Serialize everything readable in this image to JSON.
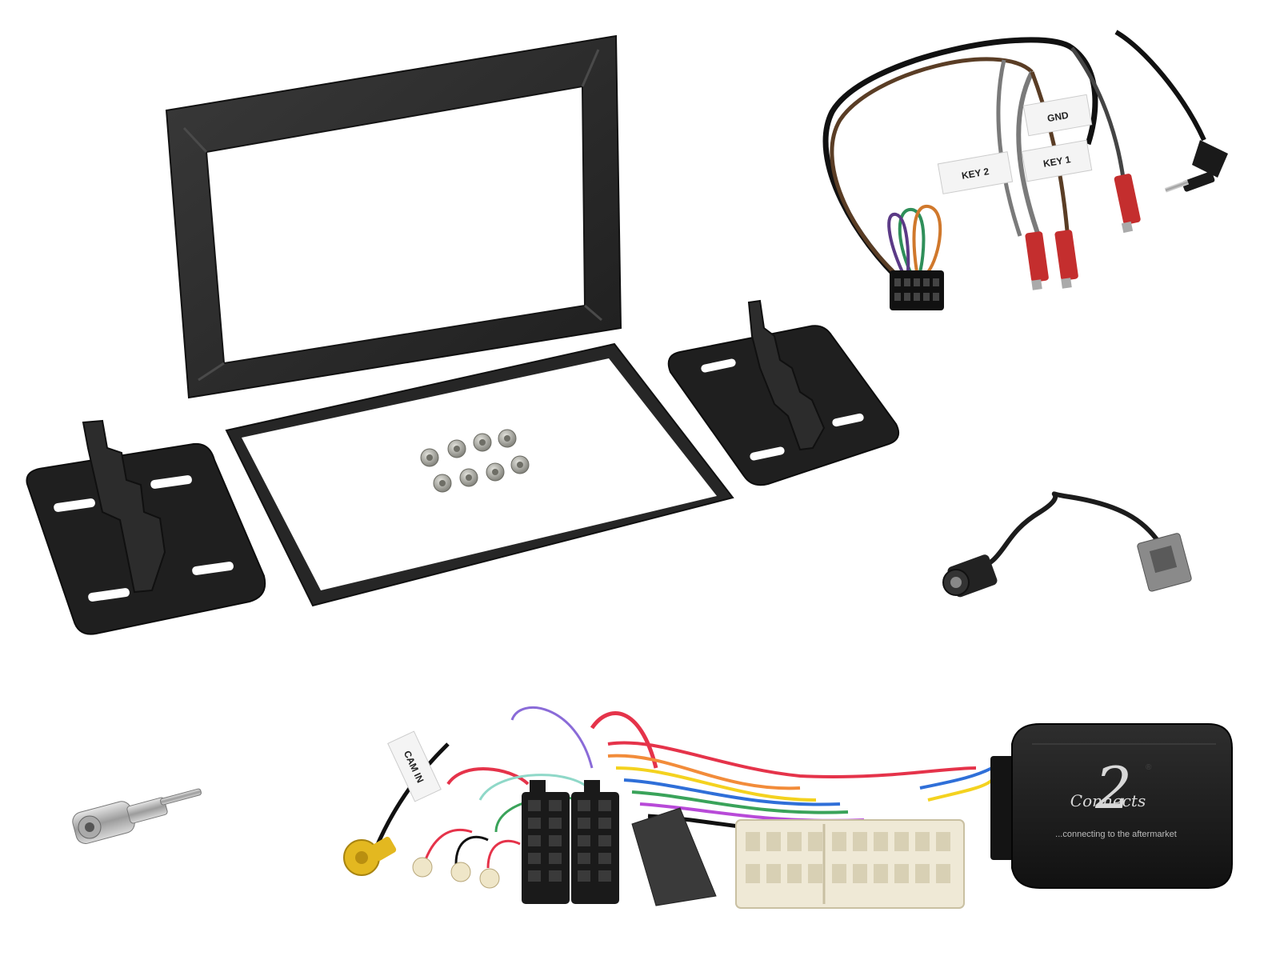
{
  "photo": {
    "background": "#ffffff",
    "components": {
      "fascia": {
        "color": "#2b2b2b"
      },
      "trim_frame": {
        "color": "#2a2a2a"
      },
      "bracket_left": {
        "color": "#1f1f1f"
      },
      "bracket_right": {
        "color": "#1f1f1f"
      },
      "screws": {
        "count": 8,
        "color": "#9a9a92"
      },
      "steering_harness": {
        "tags": {
          "gnd": "GND",
          "key1": "KEY 1",
          "key2": "KEY 2"
        },
        "wire_colors": [
          "#111111",
          "#6b4a2b",
          "#7a7a7a",
          "#3a2a20"
        ],
        "pin_wires": [
          "#d0782c",
          "#2f8f5a",
          "#5b3a86",
          "#6b4a2b"
        ],
        "plug_color": "#c42e2e"
      },
      "antenna_adapter": {
        "plug_color": "#8a8a8a"
      },
      "antenna_plug_small": {
        "color": "#b8b8b8"
      },
      "iso_harness": {
        "tag": "CAM IN",
        "rca_color": "#e3b820",
        "wire_colors": [
          "#8a6bd8",
          "#e5334a",
          "#f28c3a",
          "#3aa35a",
          "#2f6fd8",
          "#f4d21f",
          "#ffffff",
          "#111111",
          "#8fd8c8",
          "#b84ad8"
        ],
        "connector_color": "#efe9d6"
      },
      "interface_box": {
        "brand_number": "2",
        "brand_name": "Connects",
        "registered": "®",
        "tagline": "...connecting to the aftermarket",
        "color": "#1d1d1d"
      }
    }
  }
}
